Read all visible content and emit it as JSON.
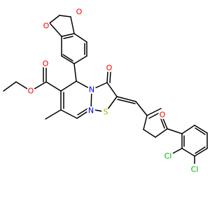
{
  "colors": {
    "bond": "#000000",
    "O": "#ff0000",
    "N": "#0000ff",
    "S": "#b2b200",
    "Cl": "#00b200",
    "background": "#ffffff"
  },
  "atoms": [
    {
      "id": "O_top_a",
      "label": "O",
      "element": "O"
    },
    {
      "id": "O_top_b",
      "label": "O",
      "element": "O"
    },
    {
      "id": "O_ester_sgl",
      "label": "O",
      "element": "O"
    },
    {
      "id": "O_ester_dbl",
      "label": "O",
      "element": "O"
    },
    {
      "id": "O_ketone",
      "label": "O",
      "element": "O"
    },
    {
      "id": "N_ring",
      "label": "N",
      "element": "N"
    },
    {
      "id": "N_lower",
      "label": "N",
      "element": "N"
    },
    {
      "id": "S_ring",
      "label": "S",
      "element": "S"
    },
    {
      "id": "O_furan",
      "label": "O",
      "element": "O"
    },
    {
      "id": "Cl_upper",
      "label": "Cl",
      "element": "Cl"
    },
    {
      "id": "Cl_lower",
      "label": "Cl",
      "element": "Cl"
    }
  ]
}
